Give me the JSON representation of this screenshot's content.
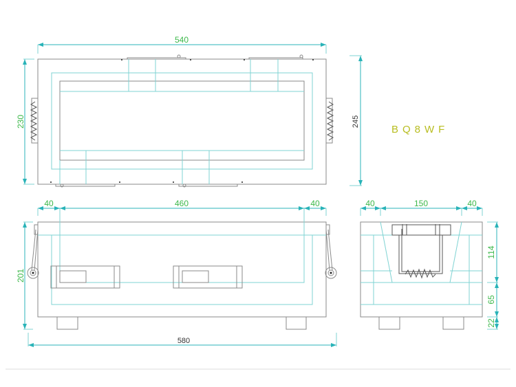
{
  "model": "BQ8WF",
  "top_view": {
    "width_dim": "540",
    "depth_dim": "230",
    "outer_depth_dim": "245"
  },
  "front_view": {
    "left_margin_dim": "40",
    "inner_width_dim": "460",
    "right_margin_dim": "40",
    "height_dim": "201",
    "overall_width_dim": "580"
  },
  "side_view": {
    "left_margin_dim": "40",
    "inner_width_dim": "150",
    "right_margin_dim": "40",
    "upper_height_dim": "114",
    "lower_height_dim": "65",
    "foot_height_dim": "22"
  },
  "colors": {
    "dimension": "#29b3b8",
    "dimension_text": "#3cb84a",
    "model_text": "#b8bd20"
  }
}
